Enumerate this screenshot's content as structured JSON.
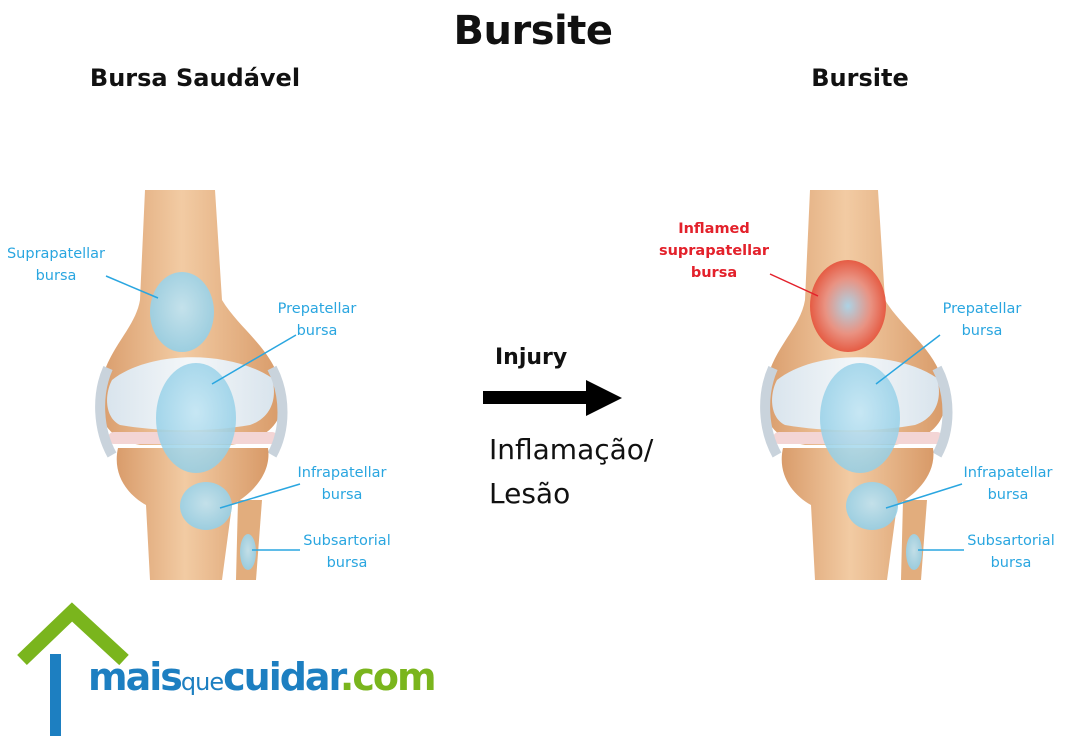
{
  "title": "Bursite",
  "left_panel": {
    "heading": "Bursa Saudável",
    "labels": {
      "suprapatellar": [
        "Suprapatellar",
        "bursa"
      ],
      "prepatellar": [
        "Prepatellar",
        "bursa"
      ],
      "infrapatellar": [
        "Infrapatellar",
        "bursa"
      ],
      "subsartorial": [
        "Subsartorial",
        "bursa"
      ]
    }
  },
  "right_panel": {
    "heading": "Bursite",
    "labels": {
      "inflamed": [
        "Inflamed",
        "suprapatellar",
        "bursa"
      ],
      "prepatellar": [
        "Prepatellar",
        "bursa"
      ],
      "infrapatellar": [
        "Infrapatellar",
        "bursa"
      ],
      "subsartorial": [
        "Subsartorial",
        "bursa"
      ]
    }
  },
  "arrow": {
    "top_label": "Injury",
    "bottom_label_line1": "Inflamação/",
    "bottom_label_line2": "Lesão"
  },
  "logo": {
    "part1": "mais",
    "part2": "que",
    "part3": "cuidar",
    "part4": ".com"
  },
  "colors": {
    "bursa_blue": "#2aa6e0",
    "inflamed_red": "#e3212b",
    "bone": "#e9b98c",
    "logo_blue": "#1d7fc1",
    "logo_green": "#7ab51d"
  }
}
